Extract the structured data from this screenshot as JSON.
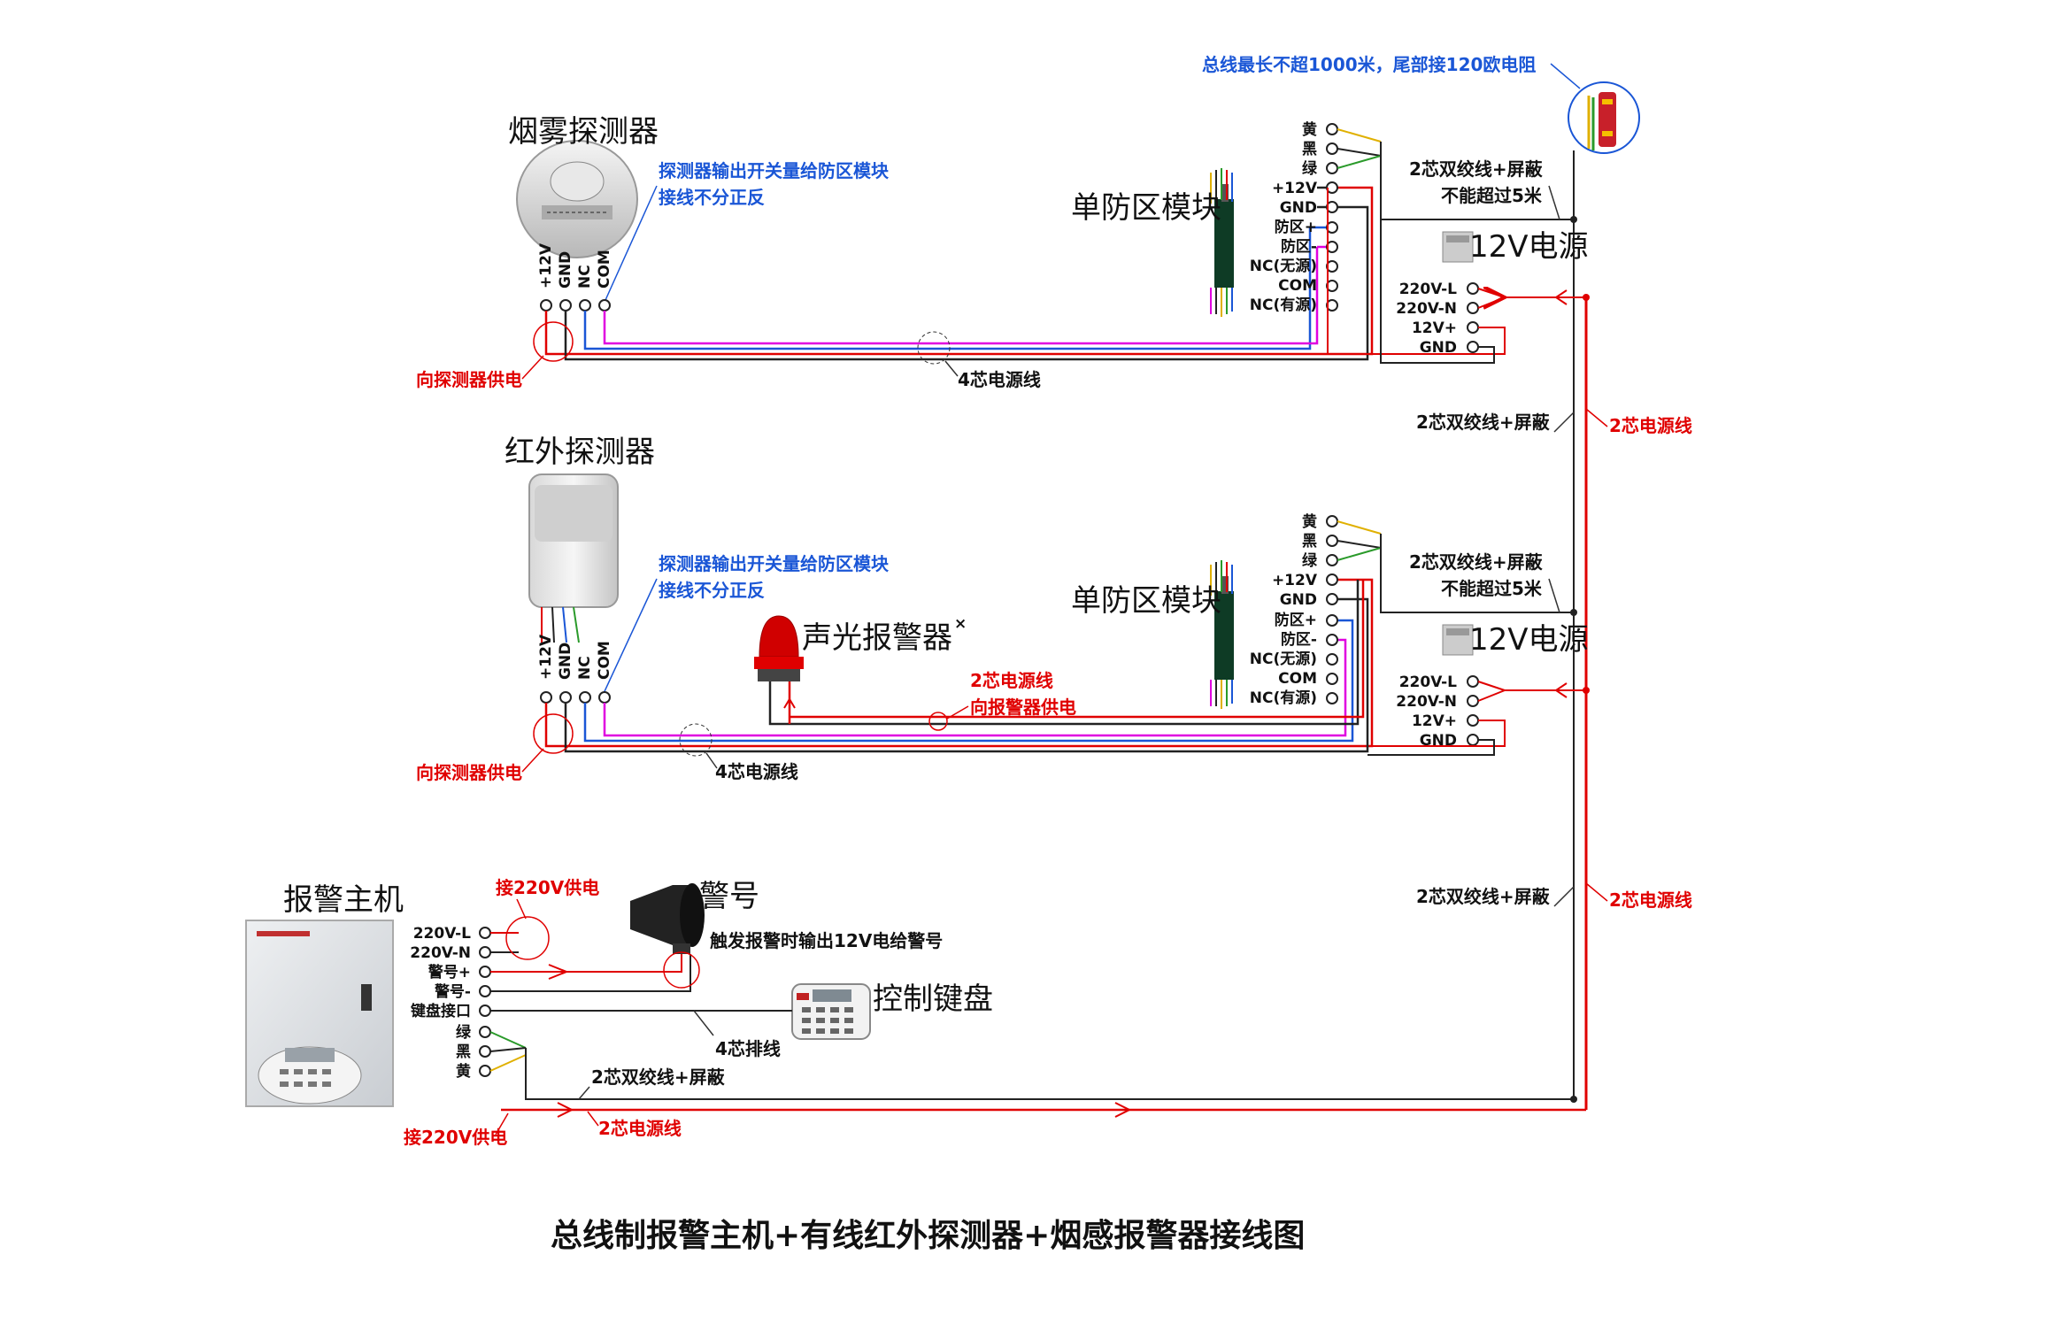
{
  "title": "总线制报警主机+有线红外探测器+烟感报警器接线图",
  "bus_note": "总线最长不超1000米，尾部接120欧电阻",
  "smoke": {
    "label": "烟雾探测器",
    "note1": "探测器输出开关量给防区模块",
    "note2": "接线不分正反",
    "terms": [
      "+12V",
      "GND",
      "NC",
      "COM"
    ],
    "supply": "向探测器供电",
    "cable": "4芯电源线"
  },
  "pir": {
    "label": "红外探测器",
    "note1": "探测器输出开关量给防区模块",
    "note2": "接线不分正反",
    "terms": [
      "+12V",
      "GND",
      "NC",
      "COM"
    ],
    "supply": "向探测器供电",
    "cable": "4芯电源线"
  },
  "strobe": {
    "label": "声光报警器",
    "cable": "2芯电源线",
    "supply": "向报警器供电",
    "mark": "×"
  },
  "module": {
    "label": "单防区模块",
    "terms": [
      "黄",
      "黑",
      "绿",
      "+12V",
      "GND",
      "防区+",
      "防区-",
      "NC(无源)",
      "COM",
      "NC(有源)"
    ]
  },
  "psu": {
    "label": "12V电源",
    "terms": [
      "220V-L",
      "220V-N",
      "12V+",
      "GND"
    ]
  },
  "twisted": "2芯双绞线+屏蔽",
  "max5": "不能超过5米",
  "power2": "2芯电源线",
  "host": {
    "label": "报警主机",
    "terms": [
      "220V-L",
      "220V-N",
      "警号+",
      "警号-",
      "键盘接口",
      "绿",
      "黑",
      "黄"
    ],
    "power_top": "接220V供电",
    "power_bottom": "接220V供电",
    "twisted": "2芯双绞线+屏蔽",
    "power_cable": "2芯电源线"
  },
  "siren": {
    "label": "警号",
    "note": "触发报警时输出12V电给警号"
  },
  "keypad": {
    "label": "控制键盘",
    "cable": "4芯排线"
  },
  "colors": {
    "red": "#e00000",
    "blue": "#1a56d6",
    "purple": "#a020f0",
    "magenta": "#e000e0",
    "green": "#2a9a2a",
    "yellow": "#e0b000"
  }
}
